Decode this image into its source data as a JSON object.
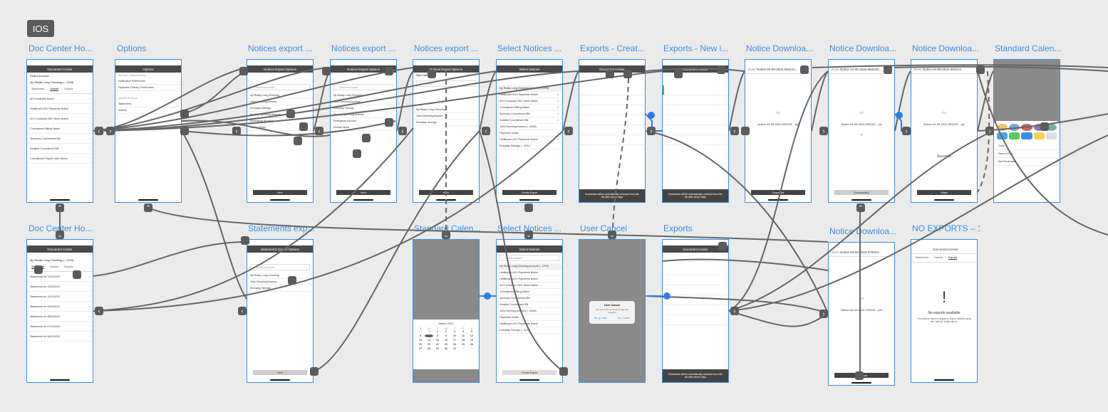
{
  "section_label": "IOS",
  "frames": {
    "doc_center_home": {
      "label": "Doc Center Ho...",
      "title": "Document Center",
      "select_account": "Select Account",
      "account": "My Really Long Checking (...1234)",
      "tabs": [
        "Statements",
        "Notices",
        "Exports"
      ],
      "rows": [
        "ACH Addenda Notice",
        "Healthcare ACH Payments Notice",
        "ACH Company NOC Items Notice",
        "Commitment Billing Notice",
        "Summary Commitment Bill",
        "Detailed Commitment Bill",
        "Commitment Payoff Letter Notice"
      ]
    },
    "options": {
      "label": "Options",
      "title": "Options",
      "section1": "DELIVERY PREFERENCES",
      "rows1": [
        "Notification Preferences",
        "Paperless Delivery Preferences"
      ],
      "section2": "EXPORT OPTIONS",
      "rows2": [
        "Statements",
        "Notices"
      ]
    },
    "notices_export_1": {
      "label": "Notices export ...",
      "title": "Notices Export Options",
      "search": "Search Accounts",
      "rows": [
        "My Really Long Checking",
        "Joint Checking Account",
        "Everyday Savings",
        "Monthly Spending Account",
        "Emergency Account",
        "Normal Taxes"
      ],
      "button": "Next"
    },
    "notices_export_2": {
      "label": "Notices export ...",
      "title": "Notices Export Options",
      "search": "Search Accounts",
      "rows": [
        "My Really Long Checking",
        "Joint Checking Account",
        "Everyday Savings",
        "Monthly Spending Account",
        "Emergency Account",
        "Normal Taxes"
      ],
      "button": "Next"
    },
    "notices_export_3": {
      "label": "Notices export ...",
      "title": "Notices Export Options",
      "start": "Start Date",
      "start_val": "03/07/2022",
      "rows": [
        "My Really Long Checking",
        "Joint Checking Account",
        "Everyday Savings"
      ],
      "button": "Next"
    },
    "select_notices_1": {
      "label": "Select Notices ...",
      "title": "Select Notices",
      "rows": [
        "My Really Long Checking Account (...1234)",
        "Healthcare ACH Payments Notice",
        "ACH Company NOC Items Notice",
        "Commitment Billing Notice",
        "Summary Commitment Bill",
        "Detailed Commitment Bill",
        "Joint Checking Account (...4638)",
        "Payments Notice",
        "Healthcare ACH Payments Notice",
        "Everyday Savings (...2221)"
      ],
      "button": "Create Export"
    },
    "exports_create": {
      "label": "Exports - Creat...",
      "title": "Document Center",
      "footer": "Downloads will be automatically removed from this list after seven days"
    },
    "exports_new": {
      "label": "Exports - New i...",
      "title": "Document Center",
      "footer": "Downloads will be automatically removed from this list after seven days"
    },
    "notice_dl_1": {
      "label": "Notice Downloa...",
      "done": "Done",
      "file": "Notice-04-09-2022-094223...",
      "kind": "zip",
      "name": "Notice-04-09-2022-094223....zip",
      "button": "Download"
    },
    "notice_dl_2": {
      "label": "Notice Downloa...",
      "done": "Done",
      "file": "Notice-04-09-2022-094223...",
      "kind": "zip",
      "name": "Notice-04-09-2022-094223....zip",
      "button": "Downloading"
    },
    "notice_dl_3": {
      "label": "Notice Downloa...",
      "done": "Done",
      "file": "Notice-04-09-2022-094223...",
      "kind": "zip",
      "name": "Notice-04-09-2022-094223....zip",
      "success": "Success!",
      "button": "Share"
    },
    "standard_cal_1": {
      "label": "Standard Calen...",
      "share_rows": [
        "Copy",
        "Save to Files",
        "Add Bookmark"
      ]
    },
    "doc_center_home_2": {
      "label": "Doc Center Ho...",
      "title": "Document Center",
      "account": "My Really Long Checking (...1234)",
      "tabs": [
        "Statements",
        "Notices",
        "Exports"
      ],
      "rows": [
        "Statements for 12/31/2022",
        "Statements for 11/31/2022",
        "Statements for 10/31/2022",
        "Statements for 09/31/2022",
        "Statements for 08/31/2022",
        "Statements for 07/31/2022",
        "Statements for 06/31/2022"
      ]
    },
    "statements_export": {
      "label": "Statements exp...",
      "title": "Statements Export Options",
      "search": "Search Accounts",
      "rows": [
        "My Really Long Checking",
        "Joint Checking Account",
        "Everyday Savings"
      ],
      "button": "Next"
    },
    "standard_cal_2": {
      "label": "Standard Calen...",
      "month": "March 2022",
      "days": [
        "S",
        "M",
        "T",
        "W",
        "T",
        "F",
        "S"
      ],
      "dates": [
        "27",
        "28",
        "1",
        "2",
        "3",
        "4",
        "5",
        "6",
        "7",
        "8",
        "9",
        "10",
        "11",
        "12",
        "13",
        "14",
        "15",
        "16",
        "17",
        "18",
        "19",
        "20",
        "21",
        "22",
        "23",
        "24",
        "25",
        "26",
        "27",
        "28",
        "29",
        "30",
        "31",
        "1",
        "2"
      ]
    },
    "select_notices_2": {
      "label": "Select Notices ...",
      "title": "Select Notices",
      "search": "Search Notices",
      "rows": [
        "My Really Long Checking Account (...1234)",
        "Healthcare ACH Payments Notice",
        "Healthcare ACH Payments Notice",
        "ACH Company NOC Items Notice",
        "Commitment Billing Notice",
        "Summary Commitment Bill",
        "Detailed Commitment Bill",
        "Joint Checking Account (...4638)",
        "Payments Notice",
        "Healthcare ACH Payments Notice",
        "Everyday Savings (...2221)"
      ],
      "button": "Create Export"
    },
    "user_cancel": {
      "label": "User Cancel",
      "modal_title": "User Cancel",
      "modal_text": "Are you sure you want to stop this request?",
      "no": "No, go back",
      "yes": "Yes, Cancel"
    },
    "exports": {
      "label": "Exports",
      "title": "Document Center",
      "footer": "Downloads will be automatically removed from this list after seven days"
    },
    "notice_dl_4": {
      "label": "Notice Downloa...",
      "done": "Done",
      "file": "Notice-04-09-2022-078333...",
      "kind": "pdf",
      "name": "Notice-04-09-2022-078333....pdf",
      "button": "Download"
    },
    "no_exports": {
      "label": "NO EXPORTS – 1",
      "title": "Document Center",
      "tabs": [
        "Statements",
        "Notices",
        "Exports"
      ],
      "heading": "No exports available",
      "text": "To create an export, navigate to Export Options using the \"options\" button above"
    }
  }
}
